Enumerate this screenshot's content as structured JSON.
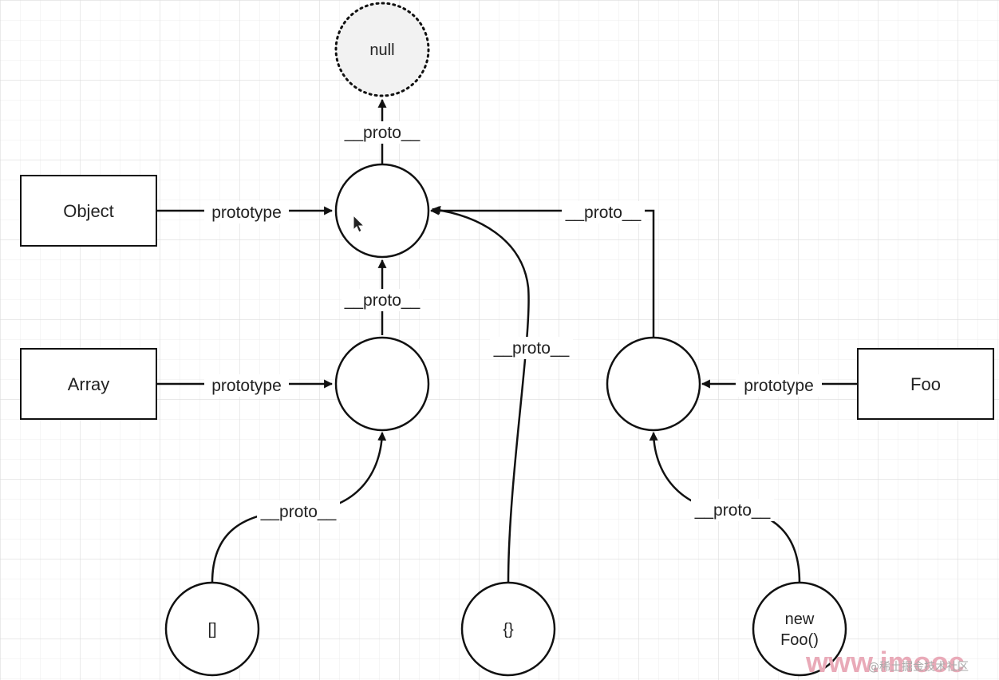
{
  "diagram": {
    "null_node": "null",
    "boxes": {
      "object": "Object",
      "array": "Array",
      "foo": "Foo"
    },
    "instances": {
      "array_literal": "[]",
      "object_literal": "{}",
      "foo_line1": "new",
      "foo_line2": "Foo()"
    },
    "edge_labels": {
      "proto_to_null": "__proto__",
      "object_prototype": "prototype",
      "foo_proto_to_object": "__proto__",
      "array_proto_to_object": "__proto__",
      "object_literal_proto": "__proto__",
      "array_prototype": "prototype",
      "foo_prototype": "prototype",
      "array_literal_proto": "__proto__",
      "new_foo_proto": "__proto__"
    }
  },
  "watermark": {
    "site": "www.imooc",
    "note": "@稀土掘金技术社区"
  },
  "colors": {
    "line": "#111111",
    "grid": "#e6e6e6",
    "null_fill": "#f2f2f2"
  }
}
